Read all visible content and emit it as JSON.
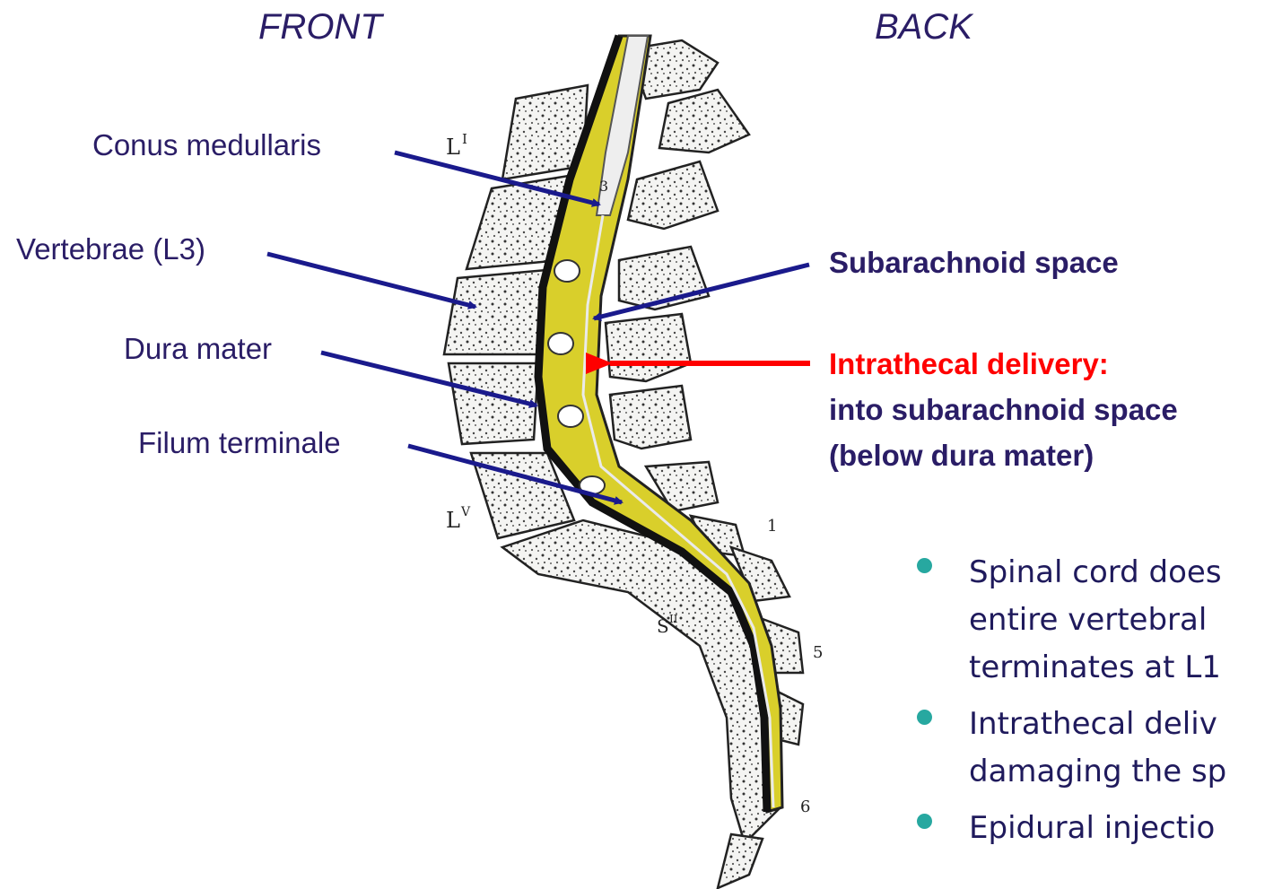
{
  "headers": {
    "front": "FRONT",
    "back": "BACK"
  },
  "left_labels": {
    "conus": "Conus medullaris",
    "vertebrae": "Vertebrae (L3)",
    "dura": "Dura mater",
    "filum": "Filum terminale"
  },
  "right_labels": {
    "subarachnoid": "Subarachnoid space",
    "intrathecal_1": "Intrathecal delivery:",
    "intrathecal_2": "into subarachnoid space",
    "intrathecal_3": "(below dura mater)"
  },
  "vertebra_marks": {
    "l1": "L",
    "l1_sup": "I",
    "l5": "L",
    "l5_sup": "V",
    "s2": "S",
    "s2_sup": "II",
    "n1": "1",
    "n5": "5",
    "n6": "6",
    "n3": "3"
  },
  "bullets": [
    {
      "line1": "Spinal cord does",
      "line2": "entire vertebral",
      "line3": "terminates at L1"
    },
    {
      "line1": "Intrathecal deliv",
      "line2": "damaging the sp"
    },
    {
      "line1": "Epidural injectio",
      "line2": ""
    }
  ],
  "colors": {
    "label_text": "#2a1d66",
    "arrow_blue": "#1a1a8c",
    "arrow_red": "#ff0000",
    "bullet_dot": "#27a8a0",
    "dura_yellow": "#d9cf2b"
  }
}
